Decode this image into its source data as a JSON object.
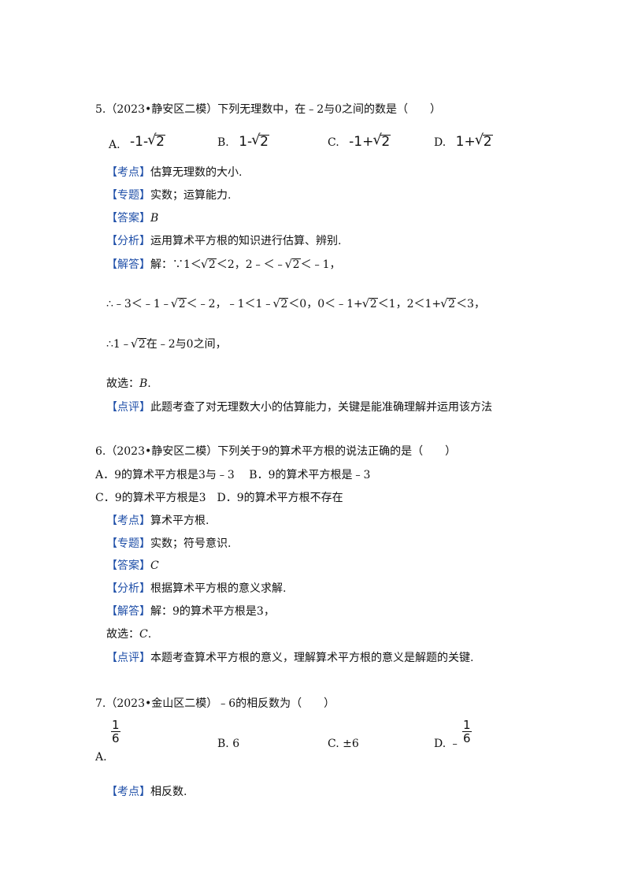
{
  "q5": {
    "stem": "5.（2023•静安区二模）下列无理数中，在﹣2与0之间的数是（　　）",
    "opts": [
      "A.",
      "B.",
      "C.",
      "D."
    ],
    "optA": "-1-",
    "optB": "1-",
    "optC": "-1+",
    "optD": "1+",
    "rad": "2",
    "kaodian_tag": "【考点】",
    "kaodian": "估算无理数的大小.",
    "zhuanti_tag": "【专题】",
    "zhuanti": "实数；运算能力.",
    "daan_tag": "【答案】",
    "daan": "B",
    "fenxi_tag": "【分析】",
    "fenxi": "运用算术平方根的知识进行估算、辨别.",
    "jieda_tag": "【解答】",
    "jieda1a": "解：∵1＜",
    "jieda1b": "＜2，2﹣＜﹣",
    "jieda1c": "＜﹣1，",
    "line2a": "∴﹣3＜﹣1﹣",
    "line2b": "＜﹣2，﹣1＜1﹣",
    "line2c": "＜0，0＜﹣1+",
    "line2d": "＜1，2＜1+",
    "line2e": "＜3，",
    "line3a": "∴1﹣",
    "line3b": "在﹣2与0之间，",
    "guxuan": "故选：",
    "guxuan_ans": "B",
    "guxuan_end": ".",
    "dianping_tag": "【点评】",
    "dianping": "此题考查了对无理数大小的估算能力，关键是能准确理解并运用该方法"
  },
  "q6": {
    "stem": "6.（2023•静安区二模）下列关于9的算术平方根的说法正确的是（　　）",
    "optAB": "A．9的算术平方根是3与﹣3　 B．9的算术平方根是﹣3",
    "optCD": "C．9的算术平方根是3　D．9的算术平方根不存在",
    "kaodian_tag": "【考点】",
    "kaodian": "算术平方根.",
    "zhuanti_tag": "【专题】",
    "zhuanti": "实数；符号意识.",
    "daan_tag": "【答案】",
    "daan": "C",
    "fenxi_tag": "【分析】",
    "fenxi": "根据算术平方根的意义求解.",
    "jieda_tag": "【解答】",
    "jieda": "解：9的算术平方根是3，",
    "guxuan": "故选：",
    "guxuan_ans": "C",
    "guxuan_end": ".",
    "dianping_tag": "【点评】",
    "dianping": "本题考查算术平方根的意义，理解算术平方根的意义是解题的关键."
  },
  "q7": {
    "stem": "7.（2023•金山区二模）﹣6的相反数为（　　）",
    "optA": "A.",
    "fracA_num": "1",
    "fracA_den": "6",
    "optB": "B. 6",
    "optC": "C. ±6",
    "optD": "D. ﹣",
    "fracD_num": "1",
    "fracD_den": "6",
    "kaodian_tag": "【考点】",
    "kaodian": "相反数."
  }
}
